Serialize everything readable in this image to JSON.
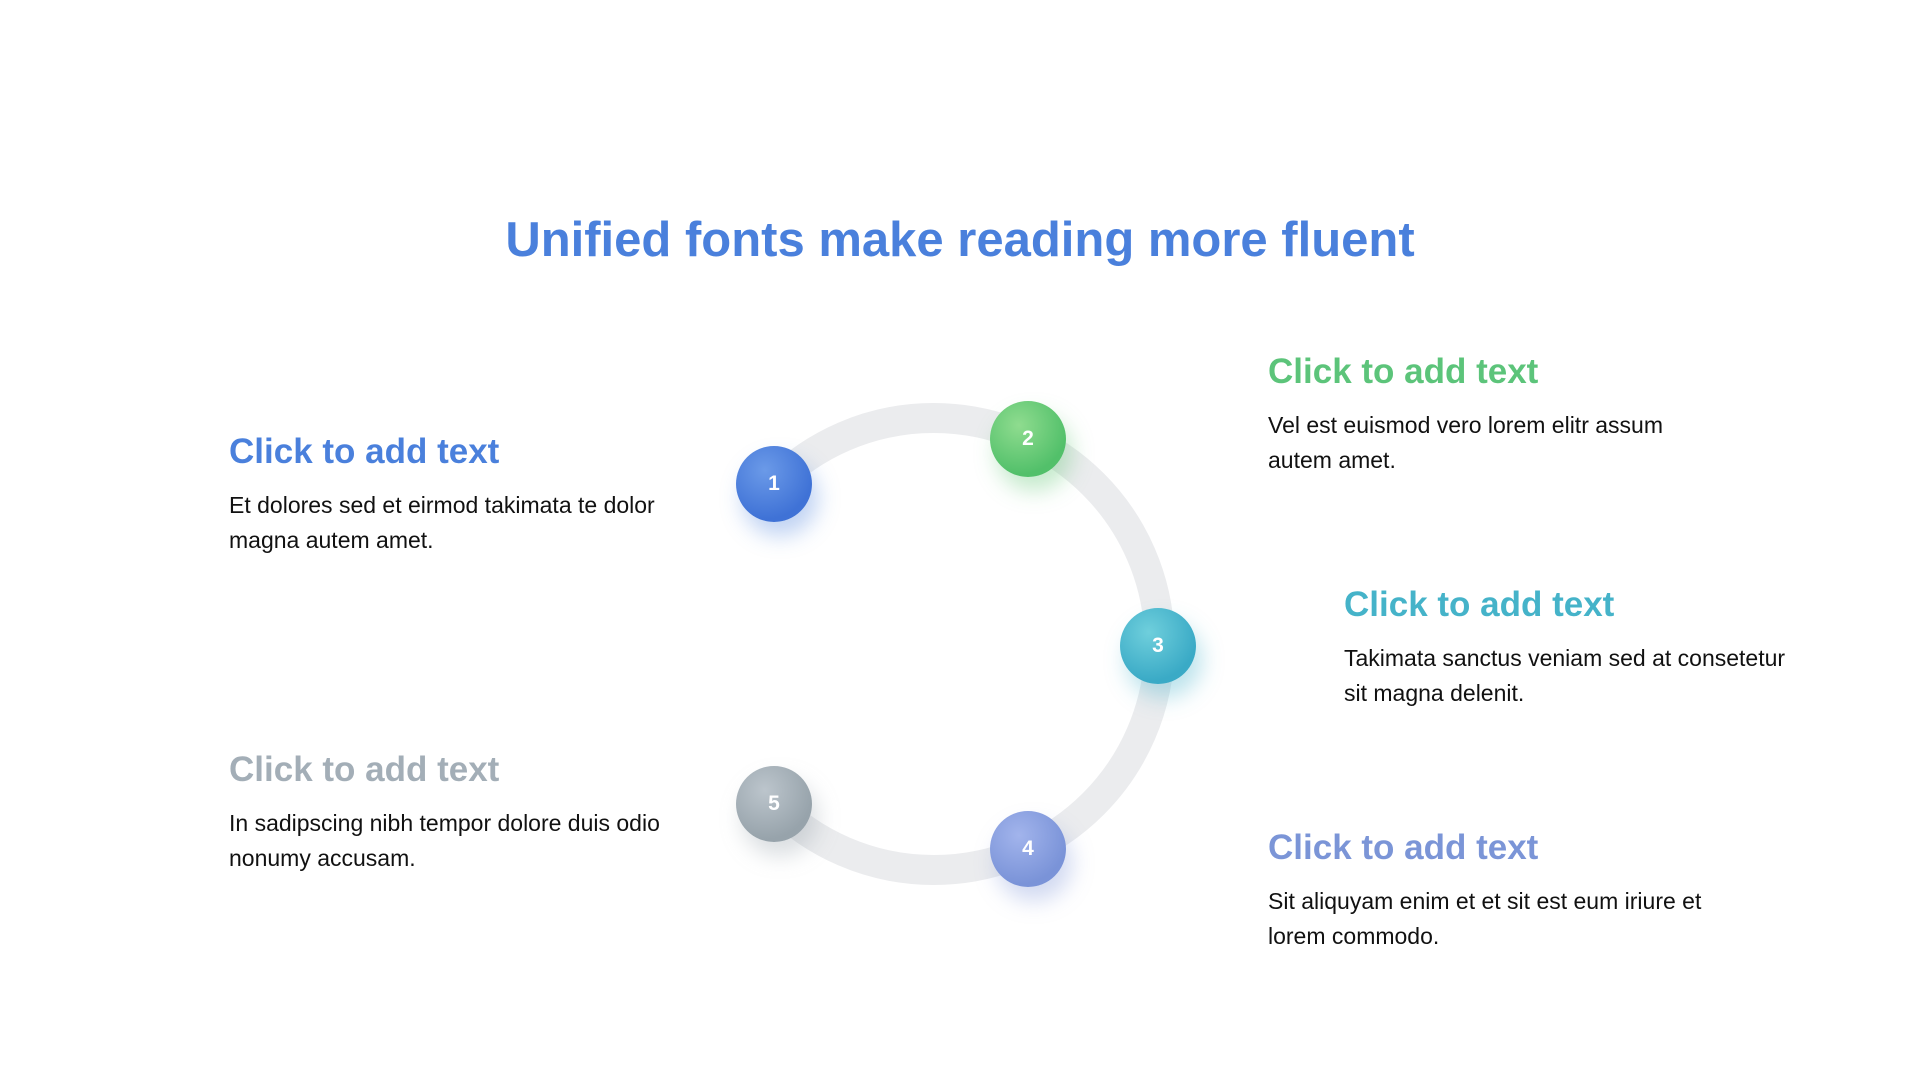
{
  "title": "Unified fonts make reading more fluent",
  "steps": [
    {
      "number": "1",
      "heading": "Click to add text",
      "body": "Et dolores sed et eirmod takimata te dolor magna autem amet.",
      "color": "#4a80dc"
    },
    {
      "number": "2",
      "heading": "Click to add text",
      "body": "Vel est euismod vero lorem elitr assum autem amet.",
      "color": "#5cc47a"
    },
    {
      "number": "3",
      "heading": "Click to add text",
      "body": "Takimata sanctus veniam sed at consetetur sit magna delenit.",
      "color": "#45b3c9"
    },
    {
      "number": "4",
      "heading": "Click to add text",
      "body": "Sit aliquyam enim et et sit est eum iriure et lorem commodo.",
      "color": "#7b95d7"
    },
    {
      "number": "5",
      "heading": "Click to add text",
      "body": "In sadipscing nibh tempor dolore duis odio nonumy accusam.",
      "color": "#a3aeb7"
    }
  ],
  "ring_color": "#ebecee"
}
